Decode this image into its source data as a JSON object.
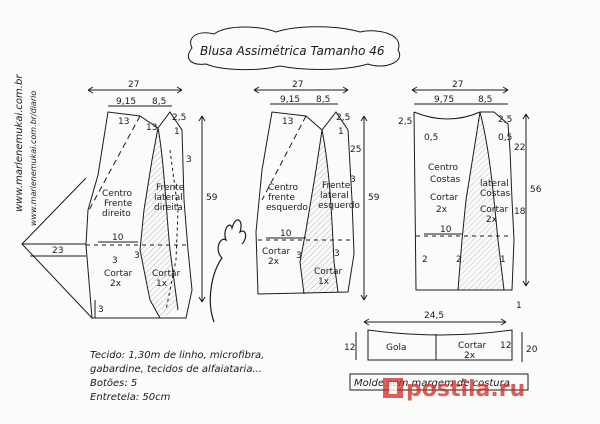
{
  "title": "Blusa Assimétrica Tamanho 46",
  "website": "www.marlenemukai.com.br",
  "website2": "www.marlenemukai.com.br/diario",
  "colors": {
    "ink": "#1b1b1b",
    "paper": "#fbfbf9",
    "hatch": "#333333",
    "watermark_red": "#cf2a27"
  },
  "pieces": {
    "front_right": {
      "width": "27",
      "top_left": "9,15",
      "top_right": "8,5",
      "shoulder_13": "13",
      "dart_2_5": "2,5",
      "dart_1": "1",
      "dart_3": "3",
      "dart_13": "13",
      "height": "59",
      "waist": "10",
      "bottom_3": "3",
      "hem_3": "3",
      "extension": "23",
      "cut_side": "3",
      "label_center": [
        "Centro",
        "Frente",
        "direito"
      ],
      "label_side": [
        "Frente",
        "lateral",
        "direita"
      ],
      "cut_center": [
        "Cortar",
        "2x"
      ],
      "cut_side_label": [
        "Cortar",
        "1x"
      ]
    },
    "front_left": {
      "width": "27",
      "top_left": "9,15",
      "top_right": "8,5",
      "shoulder_13": "13",
      "dart_2_5": "2,5",
      "dart_1": "1",
      "dart_3": "3",
      "dart_25": "25",
      "height": "59",
      "waist": "10",
      "bottom_3": "3",
      "side_3": "3",
      "label_center": [
        "Centro",
        "frente",
        "esquerdo"
      ],
      "label_side": [
        "Frente",
        "lateral",
        "esquerdo"
      ],
      "cut_center": [
        "Cortar",
        "2x"
      ],
      "cut_side_label": [
        "Cortar",
        "1x"
      ]
    },
    "back": {
      "width": "27",
      "top_left": "9,75",
      "top_right": "8,5",
      "neck_2_5": "2,5",
      "shoulder_2_5": "2,5",
      "armhole_0_5": "0,5",
      "armhole_0_5b": "0,5",
      "dart_22": "22",
      "dart_18": "18",
      "height": "56",
      "waist": "10",
      "hem_2": "2",
      "hem_2b": "2",
      "hem_1": "1",
      "cut_1": "1",
      "label_center": [
        "Centro",
        "Costas",
        "Cortar",
        "2x"
      ],
      "label_side": [
        "lateral",
        "Costas",
        "Cortar",
        "2x"
      ]
    },
    "collar": {
      "width": "24,5",
      "left_height": "12",
      "right_height": "12",
      "right_total": "20",
      "label": "Gola",
      "cut": [
        "Cortar",
        "2x"
      ]
    }
  },
  "notes": {
    "fabric": "Tecido: 1,30m de linho, microfibra,",
    "fabric2": "gabardine, tecidos de alfaiataria...",
    "buttons": "Botões: 5",
    "interfacing": "Entretela: 50cm"
  },
  "mold_note": "Molde sem margem de costura",
  "watermark": "postila.ru"
}
